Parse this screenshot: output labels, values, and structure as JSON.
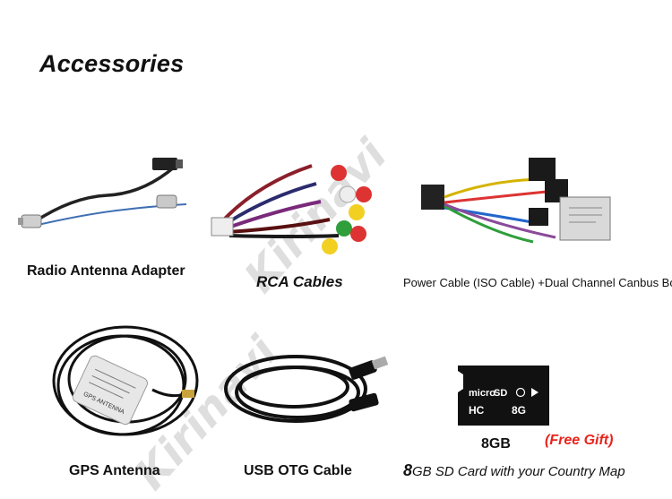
{
  "heading": "Accessories",
  "watermark": "Kirinavi",
  "items": {
    "radio_antenna": {
      "caption": "Radio Antenna Adapter"
    },
    "rca_cables": {
      "caption": "RCA Cables"
    },
    "power_cable": {
      "caption": "Power Cable (ISO Cable) +Dual Channel Canbus Box"
    },
    "gps_antenna": {
      "caption": "GPS Antenna",
      "label_text": "GPS ANTENNA"
    },
    "usb_otg": {
      "caption": "USB OTG Cable"
    },
    "sd_card": {
      "card_brand": "micro",
      "card_sd": "SD",
      "card_hc": "HC",
      "card_capacity": "8G",
      "capacity_label": "8GB",
      "free_gift": "(Free Gift)",
      "caption_big": "8",
      "caption_rest": "GB SD Card with your Country Map"
    }
  },
  "colors": {
    "free_gift": "#e8231c",
    "cable_black": "#1a1a1a",
    "card_black": "#111111"
  }
}
